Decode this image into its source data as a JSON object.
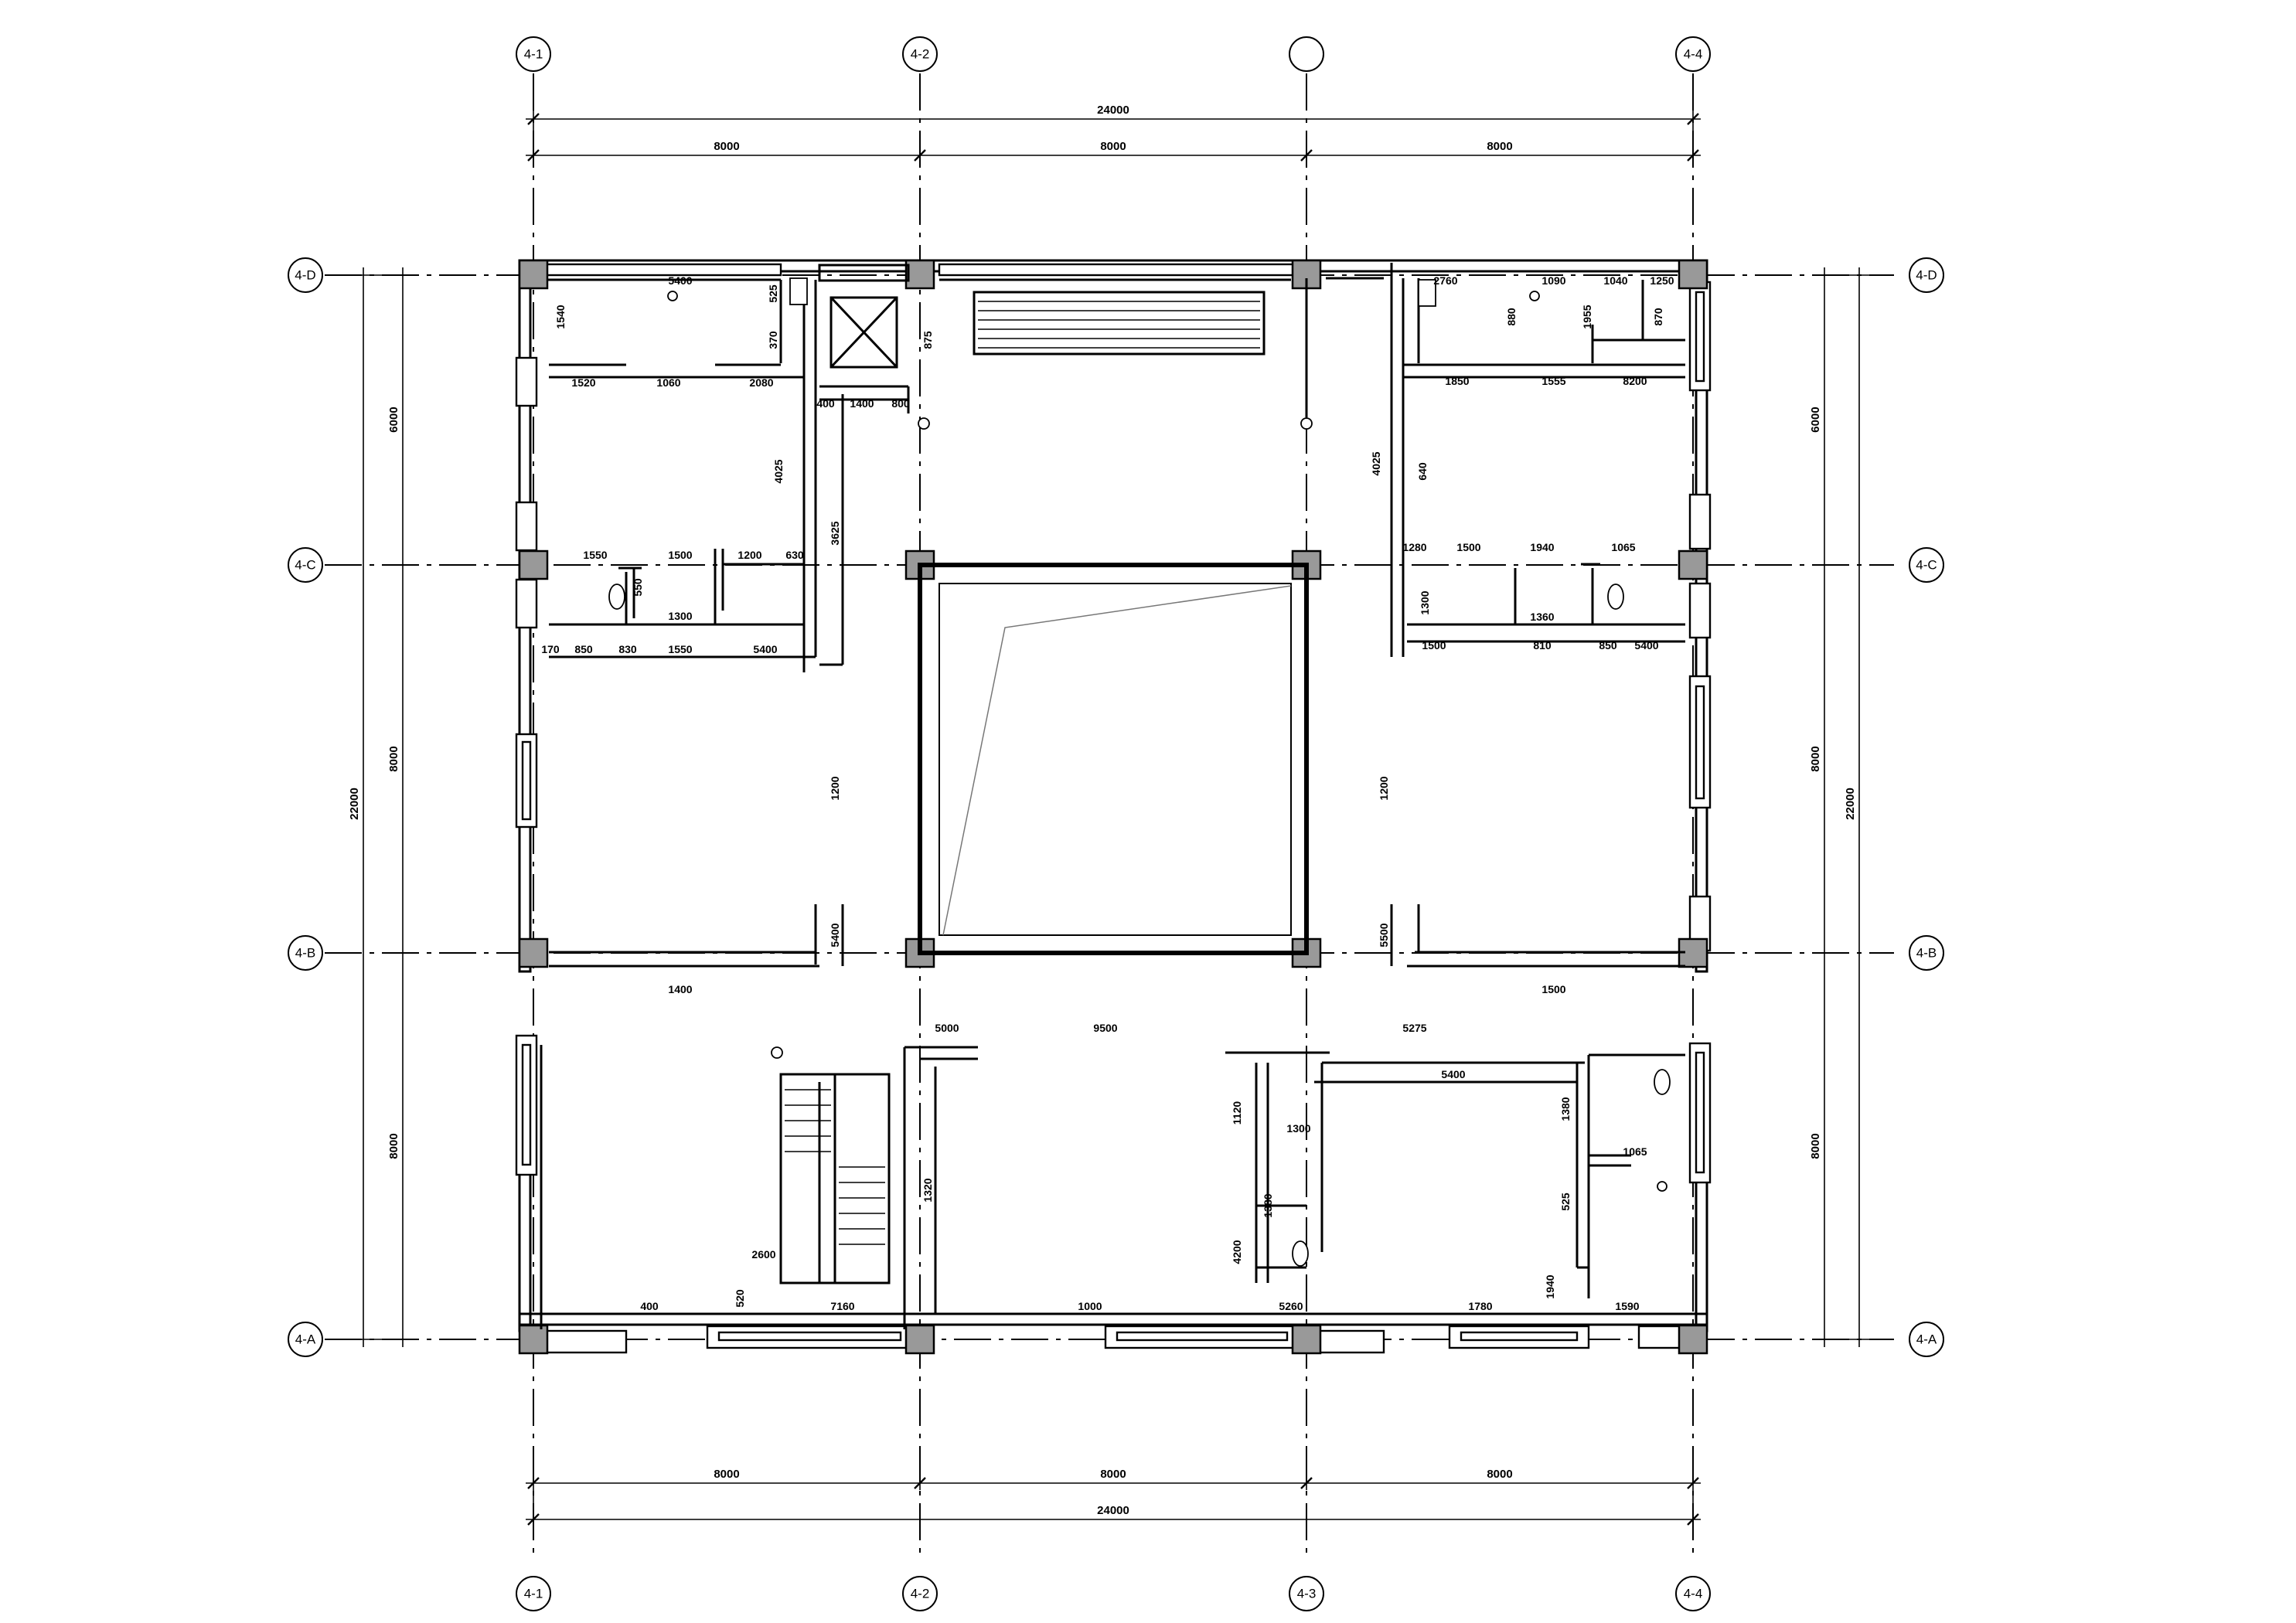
{
  "axes": {
    "columns": [
      {
        "top": "4-1",
        "bottom": "4-1"
      },
      {
        "top": "4-2",
        "bottom": "4-2"
      },
      {
        "top": "",
        "bottom": "4-3"
      },
      {
        "top": "4-4",
        "bottom": "4-4"
      }
    ],
    "rows": [
      {
        "left": "4-D",
        "right": "4-D"
      },
      {
        "left": "4-C",
        "right": "4-C"
      },
      {
        "left": "4-B",
        "right": "4-B"
      },
      {
        "left": "4-A",
        "right": "4-A"
      }
    ]
  },
  "dims": {
    "top_total": "24000",
    "top_bays": [
      "8000",
      "8000",
      "8000"
    ],
    "bottom_total": "24000",
    "bottom_bays": [
      "8000",
      "8000",
      "8000"
    ],
    "left_total": "22000",
    "left_bays": [
      "6000",
      "8000",
      "8000"
    ],
    "right_total": "22000",
    "right_bays": [
      "6000",
      "8000",
      "8000"
    ]
  },
  "interior_dims": [
    "5400",
    "1540",
    "525",
    "370",
    "1520",
    "1060",
    "2080",
    "400",
    "1400",
    "800",
    "875",
    "4025",
    "3625",
    "1550",
    "1500",
    "1200",
    "630",
    "550",
    "1300",
    "170",
    "850",
    "830",
    "1550",
    "5400",
    "1200",
    "5400",
    "1400",
    "2760",
    "1090",
    "1040",
    "1250",
    "870",
    "880",
    "1955",
    "1850",
    "1555",
    "8200",
    "4025",
    "640",
    "1280",
    "1500",
    "1940",
    "1065",
    "1300",
    "1360",
    "1500",
    "810",
    "850",
    "5400",
    "1200",
    "5500",
    "1500",
    "5000",
    "9500",
    "5275",
    "5400",
    "1320",
    "1120",
    "1300",
    "1380",
    "1065",
    "4200",
    "400",
    "520",
    "2600",
    "7160",
    "1000",
    "5260",
    "1780",
    "1590",
    "1940",
    "1380",
    "525"
  ]
}
